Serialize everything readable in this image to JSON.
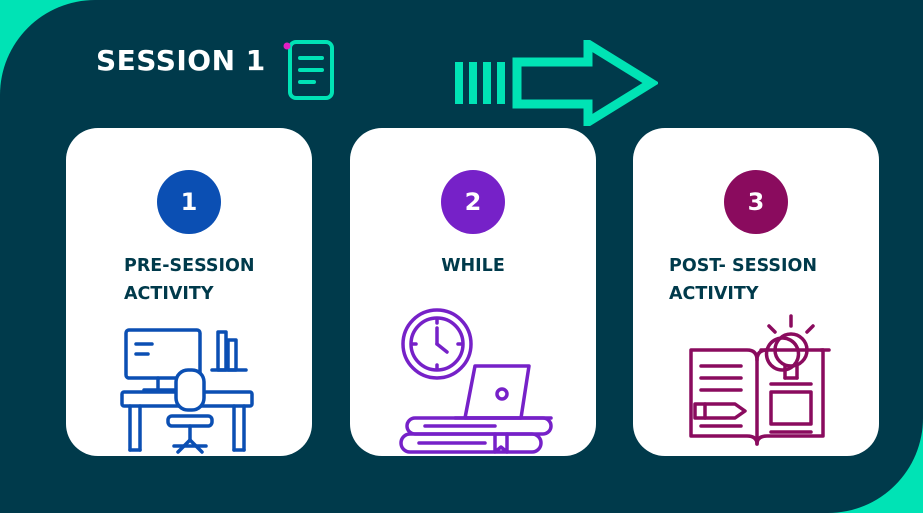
{
  "session": {
    "title": "SESSION 1"
  },
  "steps": [
    {
      "number": "1",
      "label": "PRE-SESSION ACTIVITY",
      "color": "#0b4fb3"
    },
    {
      "number": "2",
      "label": "WHILE",
      "color": "#7621c8"
    },
    {
      "number": "3",
      "label": "POST- SESSION ACTIVITY",
      "color": "#8a0b5e"
    }
  ],
  "colors": {
    "background": "#003a4b",
    "accent": "#00e3b5",
    "card": "#ffffff"
  }
}
